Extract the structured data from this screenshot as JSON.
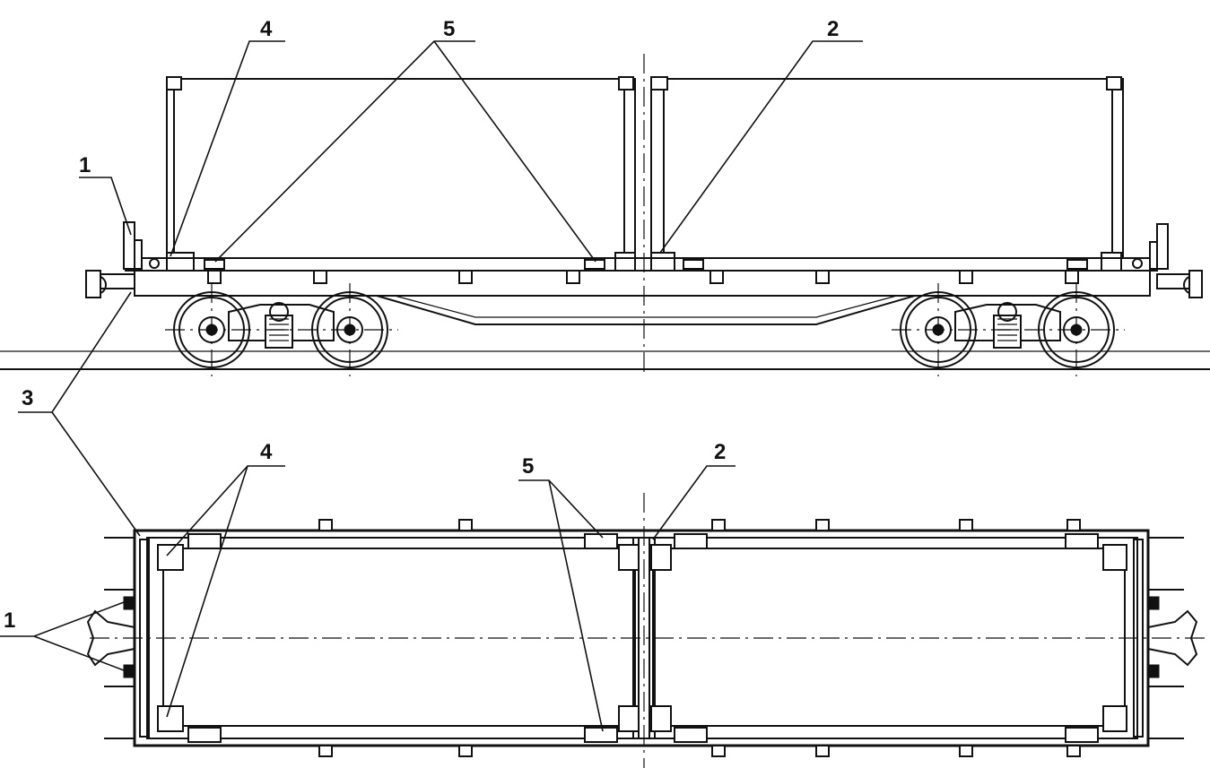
{
  "labels": {
    "side_view": {
      "coupler": "1",
      "platform": "3",
      "fixed_stop": "4",
      "folding_stop": "5",
      "center_stop": "2"
    },
    "plan_view": {
      "coupler": "1",
      "fixed_stop": "4",
      "folding_stop": "5",
      "center_stop": "2"
    }
  }
}
